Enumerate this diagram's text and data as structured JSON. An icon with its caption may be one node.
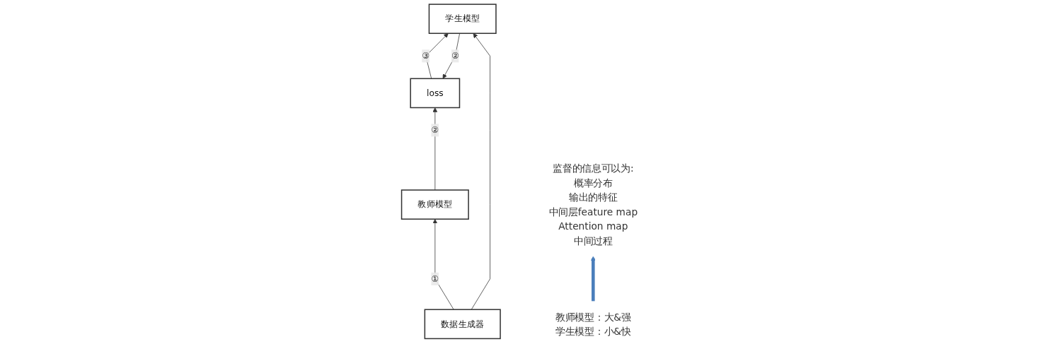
{
  "diagram": {
    "nodes": [
      {
        "text": [
          "loss"
        ]
      },
      {
        "text": [
          "教师模型"
        ]
      },
      {
        "text": [
          "学生模型"
        ]
      },
      {
        "text": [
          "数据生成器"
        ]
      },
      {
        "text": [
          "教师模型：大&强",
          "学生模型：小&快"
        ]
      },
      {
        "text": [
          "监督的信息可以为:",
          "概率分布",
          "输出的特征",
          "中间层feature map",
          "Attention map",
          "中间过程"
        ]
      }
    ],
    "edges": [
      {
        "from": 1,
        "to": 0,
        "arrow": "to",
        "label": "②"
      },
      {
        "from": 2,
        "to": 0,
        "arrow": "to",
        "label": "②"
      },
      {
        "from": 0,
        "to": 2,
        "arrow": "to",
        "label": "③"
      },
      {
        "from": 3,
        "to": 1,
        "arrow": "to",
        "label": "①"
      },
      {
        "from": 3,
        "to": 2,
        "arrow": "to"
      },
      {
        "from": 4,
        "to": 5,
        "arrow": "to",
        "style": "thick",
        "color": "#4a7ebb"
      }
    ]
  }
}
